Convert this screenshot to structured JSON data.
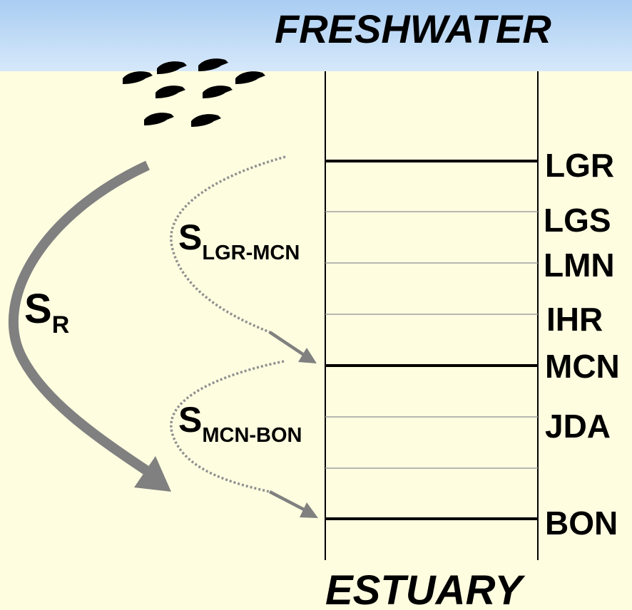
{
  "top_label": "FRESHWATER",
  "bottom_label": "ESTUARY",
  "dams": [
    "LGR",
    "LGS",
    "LMN",
    "IHR",
    "MCN",
    "JDA",
    "BON"
  ],
  "survival_labels": {
    "overall": {
      "symbol": "S",
      "subscript": "R"
    },
    "lgr_mcn": {
      "symbol": "S",
      "subscript": "LGR-MCN"
    },
    "mcn_bon": {
      "symbol": "S",
      "subscript": "MCN-BON"
    }
  },
  "colors": {
    "background": "#fffde0",
    "sky_band_top": "#a9cdf2",
    "sky_band_bottom": "#d6e8fa",
    "arrow": "#808080",
    "thin_line": "#a0a0a0",
    "thick_line": "#000000"
  },
  "icons": {
    "fish_school": "fish-icon"
  }
}
